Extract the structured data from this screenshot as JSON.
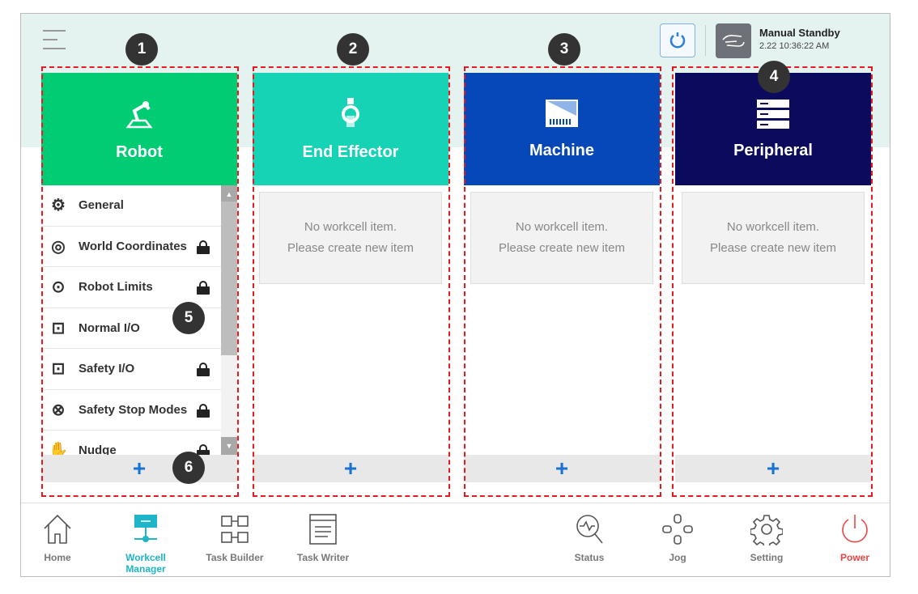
{
  "header": {
    "status_title": "Manual Standby",
    "status_datetime": "2.22 10:36:22 AM"
  },
  "colors": {
    "robot": "#00cc74",
    "end_effector": "#15d3b4",
    "machine": "#0648b8",
    "peripheral": "#0b0a5c",
    "accent": "#1fb5c8",
    "power": "#ee4444",
    "annotation": "#e8191f"
  },
  "columns": [
    {
      "title": "Robot",
      "icon": "robot-arm-icon"
    },
    {
      "title": "End Effector",
      "icon": "gripper-icon",
      "empty_line1": "No workcell item.",
      "empty_line2": "Please create new item"
    },
    {
      "title": "Machine",
      "icon": "machine-icon",
      "empty_line1": "No workcell item.",
      "empty_line2": "Please create new item"
    },
    {
      "title": "Peripheral",
      "icon": "server-icon",
      "empty_line1": "No workcell item.",
      "empty_line2": "Please create new item"
    }
  ],
  "robot_items": [
    {
      "label": "General",
      "locked": false
    },
    {
      "label": "World Coordinates",
      "locked": true
    },
    {
      "label": "Robot Limits",
      "locked": true
    },
    {
      "label": "Normal I/O",
      "locked": false
    },
    {
      "label": "Safety I/O",
      "locked": true
    },
    {
      "label": "Safety Stop Modes",
      "locked": true
    },
    {
      "label": "Nudge",
      "locked": true
    }
  ],
  "add_label": "+",
  "badges": [
    "1",
    "2",
    "3",
    "4",
    "5",
    "6"
  ],
  "nav": {
    "home": "Home",
    "workcell": "Workcell Manager",
    "task_builder": "Task Builder",
    "task_writer": "Task Writer",
    "status": "Status",
    "jog": "Jog",
    "setting": "Setting",
    "power": "Power"
  }
}
